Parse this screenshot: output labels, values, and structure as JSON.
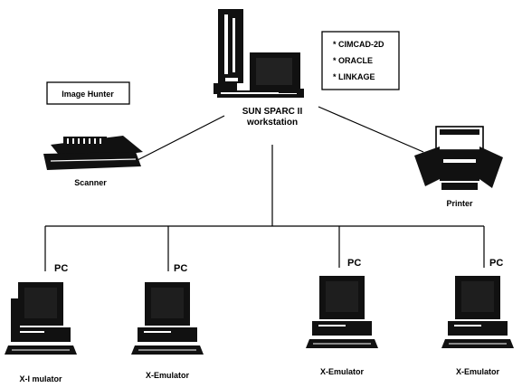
{
  "software_box": {
    "items": [
      "* CIMCAD-2D",
      "* ORACLE",
      "* LINKAGE"
    ]
  },
  "image_hunter_label": "Image Hunter",
  "workstation": {
    "line1": "SUN SPARC II",
    "line2": "workstation"
  },
  "scanner_label": "Scanner",
  "printer_label": "Printer",
  "pc_label": "PC",
  "terminals": [
    {
      "label": "X-I mulator"
    },
    {
      "label": "X-Emulator"
    },
    {
      "label": "X-Emulator"
    },
    {
      "label": "X-Emulator"
    }
  ]
}
